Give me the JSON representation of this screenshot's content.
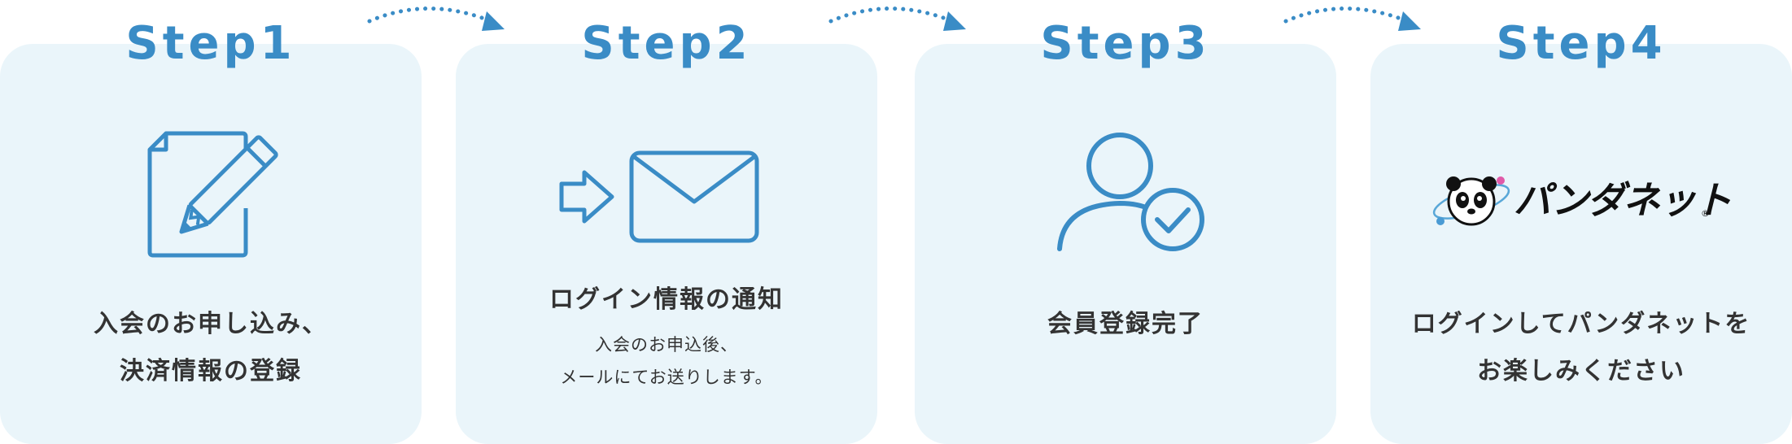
{
  "steps": [
    {
      "title": "Step1",
      "lines": [
        "入会のお申し込み、",
        "決済情報の登録"
      ]
    },
    {
      "title": "Step2",
      "heading": "ログイン情報の通知",
      "sub_lines": [
        "入会のお申込後、",
        "メールにてお送りします。"
      ]
    },
    {
      "title": "Step3",
      "lines": [
        "会員登録完了"
      ]
    },
    {
      "title": "Step4",
      "logo_text": "パンダネット",
      "logo_reg": "®",
      "lines": [
        "ログインしてパンダネットを",
        "お楽しみください"
      ]
    }
  ],
  "colors": {
    "accent": "#3a8cc6",
    "card_bg": "#eaf5fa",
    "text": "#333333"
  },
  "icons": [
    "document-pencil-icon",
    "arrow-envelope-icon",
    "user-check-icon",
    "panda-logo-icon",
    "dotted-arrow-icon"
  ]
}
